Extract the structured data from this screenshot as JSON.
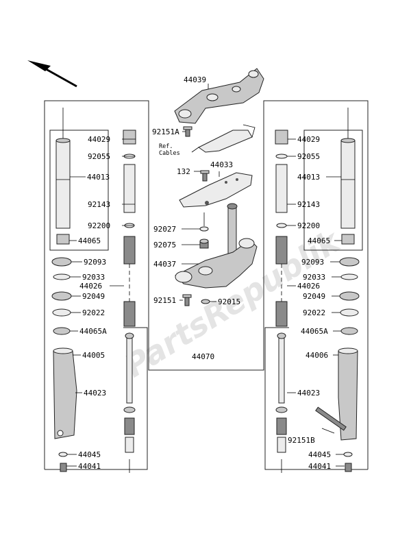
{
  "watermark": "PartsRepublik",
  "labels": {
    "l44039": "44039",
    "l92151a": "92151A",
    "refcables_1": "Ref.",
    "refcables_2": "Cables",
    "l132": "132",
    "l44033": "44033",
    "l92027": "92027",
    "l92075": "92075",
    "l44037": "44037",
    "l92151": "92151",
    "l92015": "92015",
    "l44070": "44070",
    "L44029": "44029",
    "L92055": "92055",
    "L44013": "44013",
    "L92143": "92143",
    "L92200": "92200",
    "L44065": "44065",
    "L92093": "92093",
    "L92033": "92033",
    "L44026": "44026",
    "L92049": "92049",
    "L92022": "92022",
    "L44065A": "44065A",
    "L44005": "44005",
    "L44023": "44023",
    "L44045": "44045",
    "L44041": "44041",
    "R44029": "44029",
    "R92055": "92055",
    "R44013": "44013",
    "R92143": "92143",
    "R92200": "92200",
    "R44065": "44065",
    "R92093": "92093",
    "R92033": "92033",
    "R44026": "44026",
    "R92049": "92049",
    "R92022": "92022",
    "R44065A": "44065A",
    "R44006": "44006",
    "R44023": "44023",
    "R92151B": "92151B",
    "R44045": "44045",
    "R44041": "44041"
  }
}
